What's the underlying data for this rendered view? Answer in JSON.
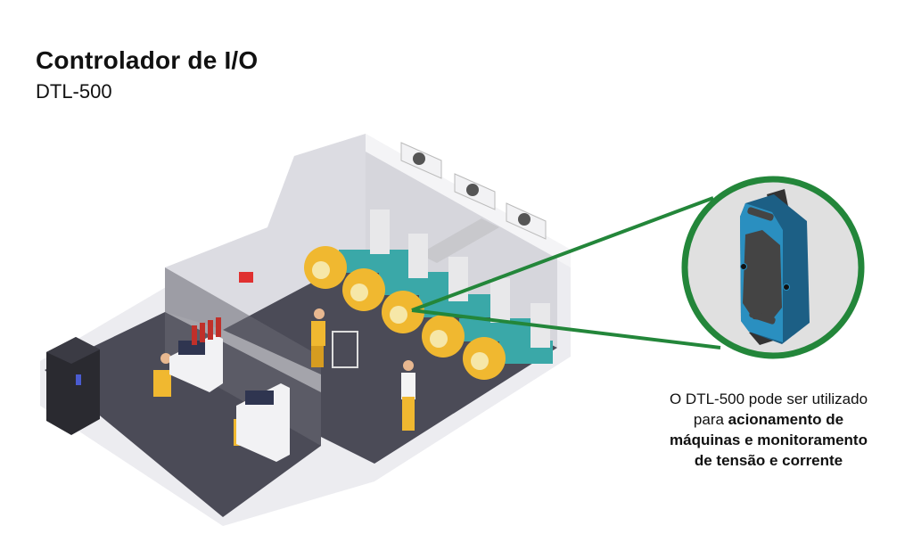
{
  "header": {
    "title": "Controlador de I/O",
    "subtitle": "DTL-500"
  },
  "description": {
    "text_regular_1": "O DTL-500 pode ser utilizado",
    "text_regular_2": "para ",
    "text_bold_1": "acionamento de",
    "text_bold_2": "máquinas e monitoramento",
    "text_bold_3": "de tensão e corrente"
  },
  "colors": {
    "callout_ring": "#23863a",
    "device_body": "#2a8fc0",
    "device_side": "#1c5f85",
    "device_panel": "#444444",
    "floor": "#4b4b57",
    "wall": "#e6e6ea",
    "machine": "#f0b830"
  }
}
